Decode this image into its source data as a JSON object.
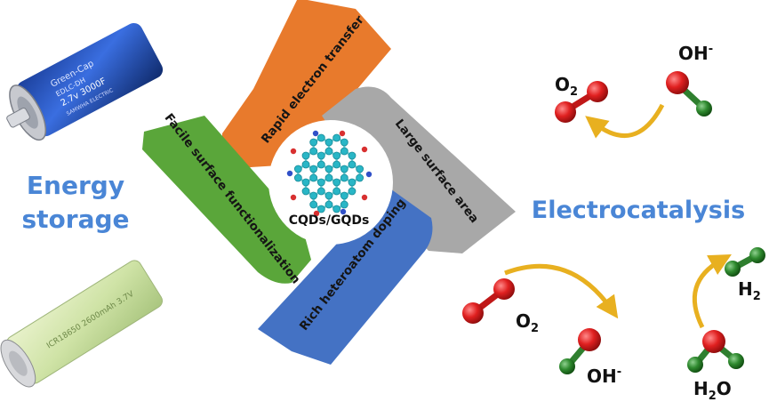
{
  "left": {
    "line1": "Energy",
    "line2": "storage",
    "capacitor_text": [
      "Green-Cap",
      "EDLC-DH",
      "2.7v 3000F",
      "SAMWHA ELECTRIC"
    ],
    "battery_text": "ICR18650 2600mAh 3.7V"
  },
  "right": {
    "title": "Electrocatalysis"
  },
  "center": {
    "label": "CQDs/GQDs"
  },
  "arms": {
    "top": "Rapid electron transfer",
    "right": "Large surface area",
    "bottom": "Rich heteroatom doping",
    "left": "Facile surface functionalization"
  },
  "chem": {
    "o2_top": "O",
    "o2_top_sub": "2",
    "oh_top": "OH",
    "oh_top_sup": "-",
    "o2_mid": "O",
    "o2_mid_sub": "2",
    "oh_mid": "OH",
    "oh_mid_sup": "-",
    "h2": "H",
    "h2_sub": "2",
    "h2o": "H",
    "h2o_sub": "2",
    "h2o_tail": "O"
  },
  "colors": {
    "orange": "#e87a2c",
    "gray": "#a8a8a8",
    "blue": "#4472c4",
    "green": "#5aa63a",
    "accent_text": "#4a86d6",
    "oxygen": "#d81e1e",
    "hydrogen": "#2f7f2f",
    "arrow": "#e8b020"
  }
}
